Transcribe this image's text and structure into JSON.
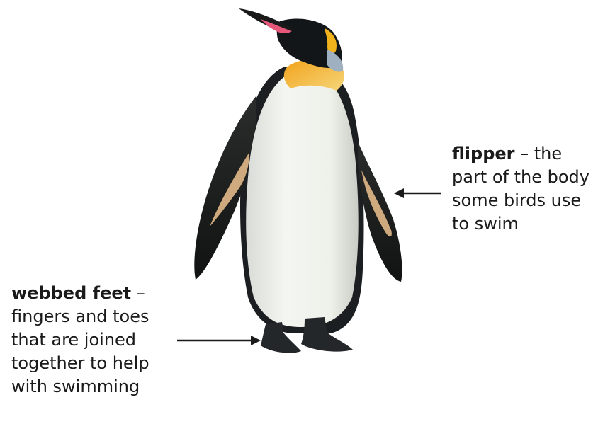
{
  "labels": {
    "flipper": {
      "term": "flipper",
      "dash": " – the",
      "lines": [
        "part of the body",
        "some birds use",
        "to swim"
      ]
    },
    "webbed_feet": {
      "term": "webbed feet",
      "dash": " –",
      "lines": [
        "fingers and toes",
        "that are joined",
        "together to help",
        "with swimming"
      ]
    }
  },
  "colors": {
    "text": "#1a1a1a",
    "arrow": "#1a1a1a"
  }
}
